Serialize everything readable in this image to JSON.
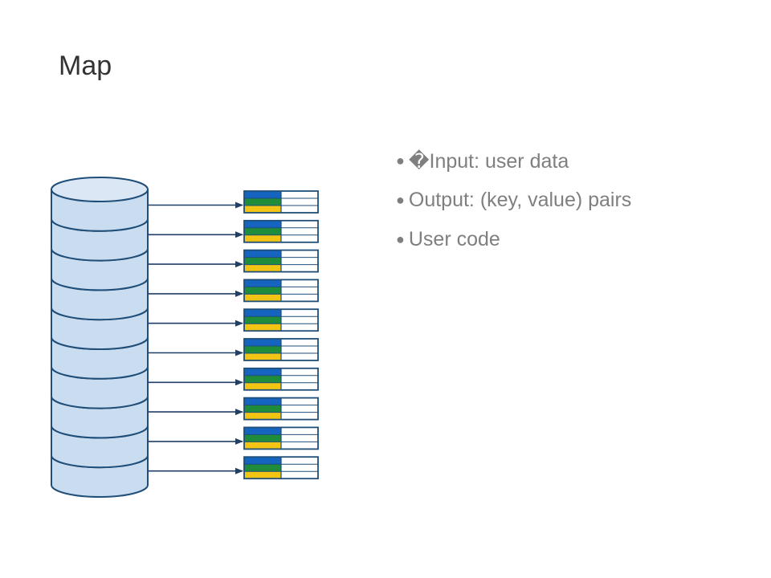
{
  "slide": {
    "title": "Map"
  },
  "bullets": [
    {
      "text": "�Input: user data"
    },
    {
      "text": "Output: (key, value) pairs"
    },
    {
      "text": "User code"
    }
  ],
  "bullet_glyph": "●",
  "diagram": {
    "disk_count": 10,
    "record_count": 10,
    "colors": {
      "disk_fill": "#c9dcf0",
      "disk_top_fill": "#dbe7f5",
      "stroke": "#1f4e79",
      "arrow": "#1f3f66",
      "record_blue": "#1565c0",
      "record_green": "#1e8c3a",
      "record_yellow": "#f2c515",
      "record_white": "#ffffff"
    }
  }
}
